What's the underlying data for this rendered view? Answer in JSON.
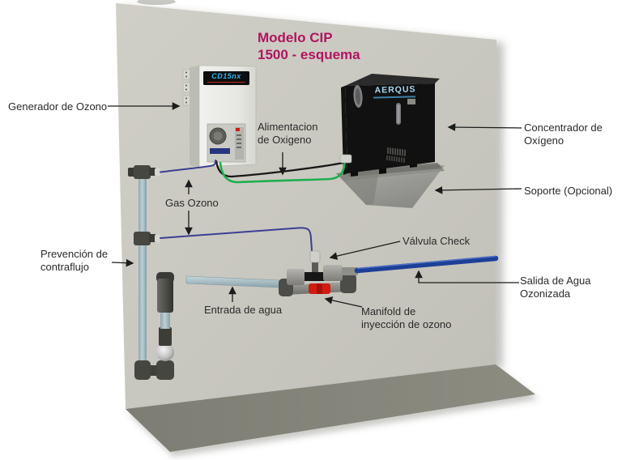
{
  "diagram": {
    "title": "Modelo CIP\n1500 - esquema",
    "labels": {
      "generador": "Generador de Ozono",
      "alimentacion": "Alimentacion\nde Oxigeno",
      "gas_ozono": "Gas Ozono",
      "concentrador": "Concentrador de\nOxígeno",
      "soporte": "Soporte (Opcional)",
      "prevencion": "Prevención de\ncontraflujo",
      "entrada": "Entrada de agua",
      "valvula_check": "Válvula Check",
      "salida": "Salida de Agua\nOzonizada",
      "manifold": "Manifold de\ninyección de ozono"
    },
    "equipment": {
      "generator_logo": "CD15nx",
      "concentrator_logo": "AERQUS"
    },
    "colors": {
      "title_text": "#b01460",
      "label_text": "#2a2a2a",
      "wall": "#c9c8c0",
      "floor": "#83837a",
      "water_pipe_light": "#a9c0c8",
      "ozonated_water_pipe": "#1d3f97",
      "ozone_gas_line": "#3c3f92",
      "oxygen_tube": "#1daf4e",
      "power_cable": "#191919",
      "injector_red": "#d01d10"
    }
  }
}
